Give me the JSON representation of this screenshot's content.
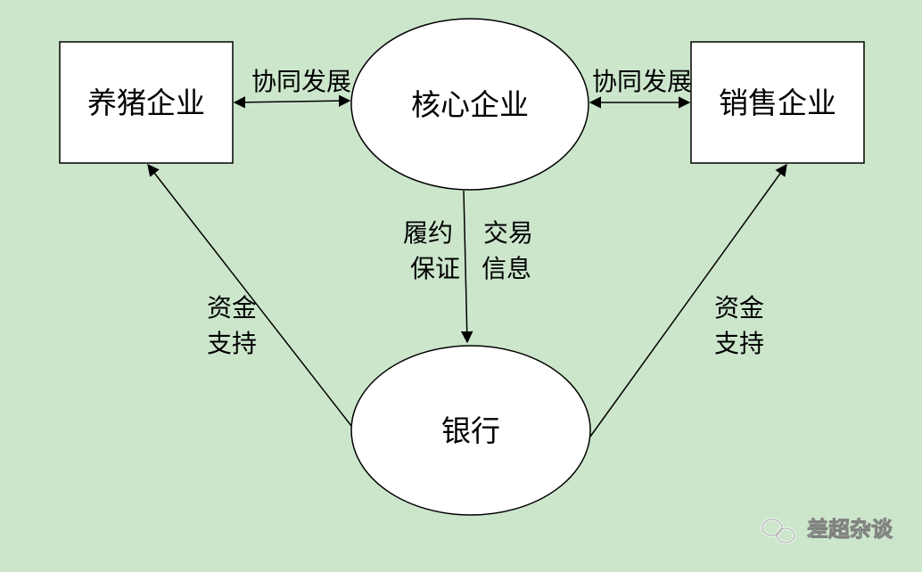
{
  "diagram": {
    "nodes": {
      "pig_farm": "养猪企业",
      "core": "核心企业",
      "sales": "销售企业",
      "bank": "银行"
    },
    "edges": {
      "pig_core": "协同发展",
      "core_sales": "协同发展",
      "core_bank_left_1": "履约",
      "core_bank_left_2": "保证",
      "core_bank_right_1": "交易",
      "core_bank_right_2": "信息",
      "bank_pig_1": "资金",
      "bank_pig_2": "支持",
      "bank_sales_1": "资金",
      "bank_sales_2": "支持"
    }
  },
  "watermark": {
    "text": "差超杂谈",
    "icon": "wechat-icon"
  }
}
